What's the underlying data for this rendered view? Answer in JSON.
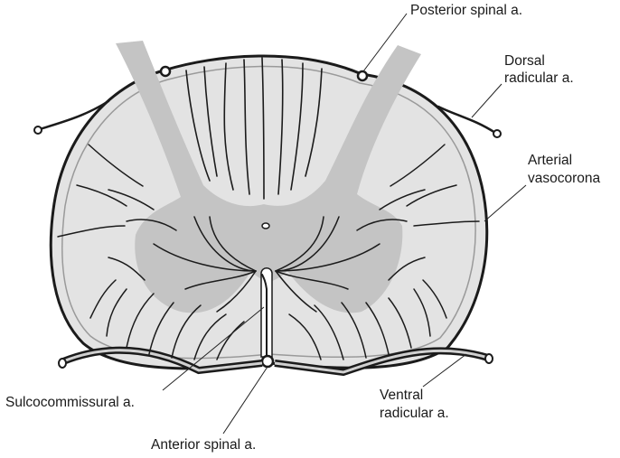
{
  "labels": {
    "posterior_spinal": "Posterior spinal a.",
    "dorsal_radicular_1": "Dorsal",
    "dorsal_radicular_2": "radicular a.",
    "arterial_vasocorona_1": "Arterial",
    "arterial_vasocorona_2": "vasocorona",
    "sulcocommissural": "Sulcocommissural a.",
    "ventral_radicular_1": "Ventral",
    "ventral_radicular_2": "radicular a.",
    "anterior_spinal": "Anterior spinal a."
  },
  "colors": {
    "white_matter": "#e3e3e3",
    "gray_matter": "#c4c4c4",
    "vessel": "#1b1b1b",
    "background": "#ffffff"
  }
}
